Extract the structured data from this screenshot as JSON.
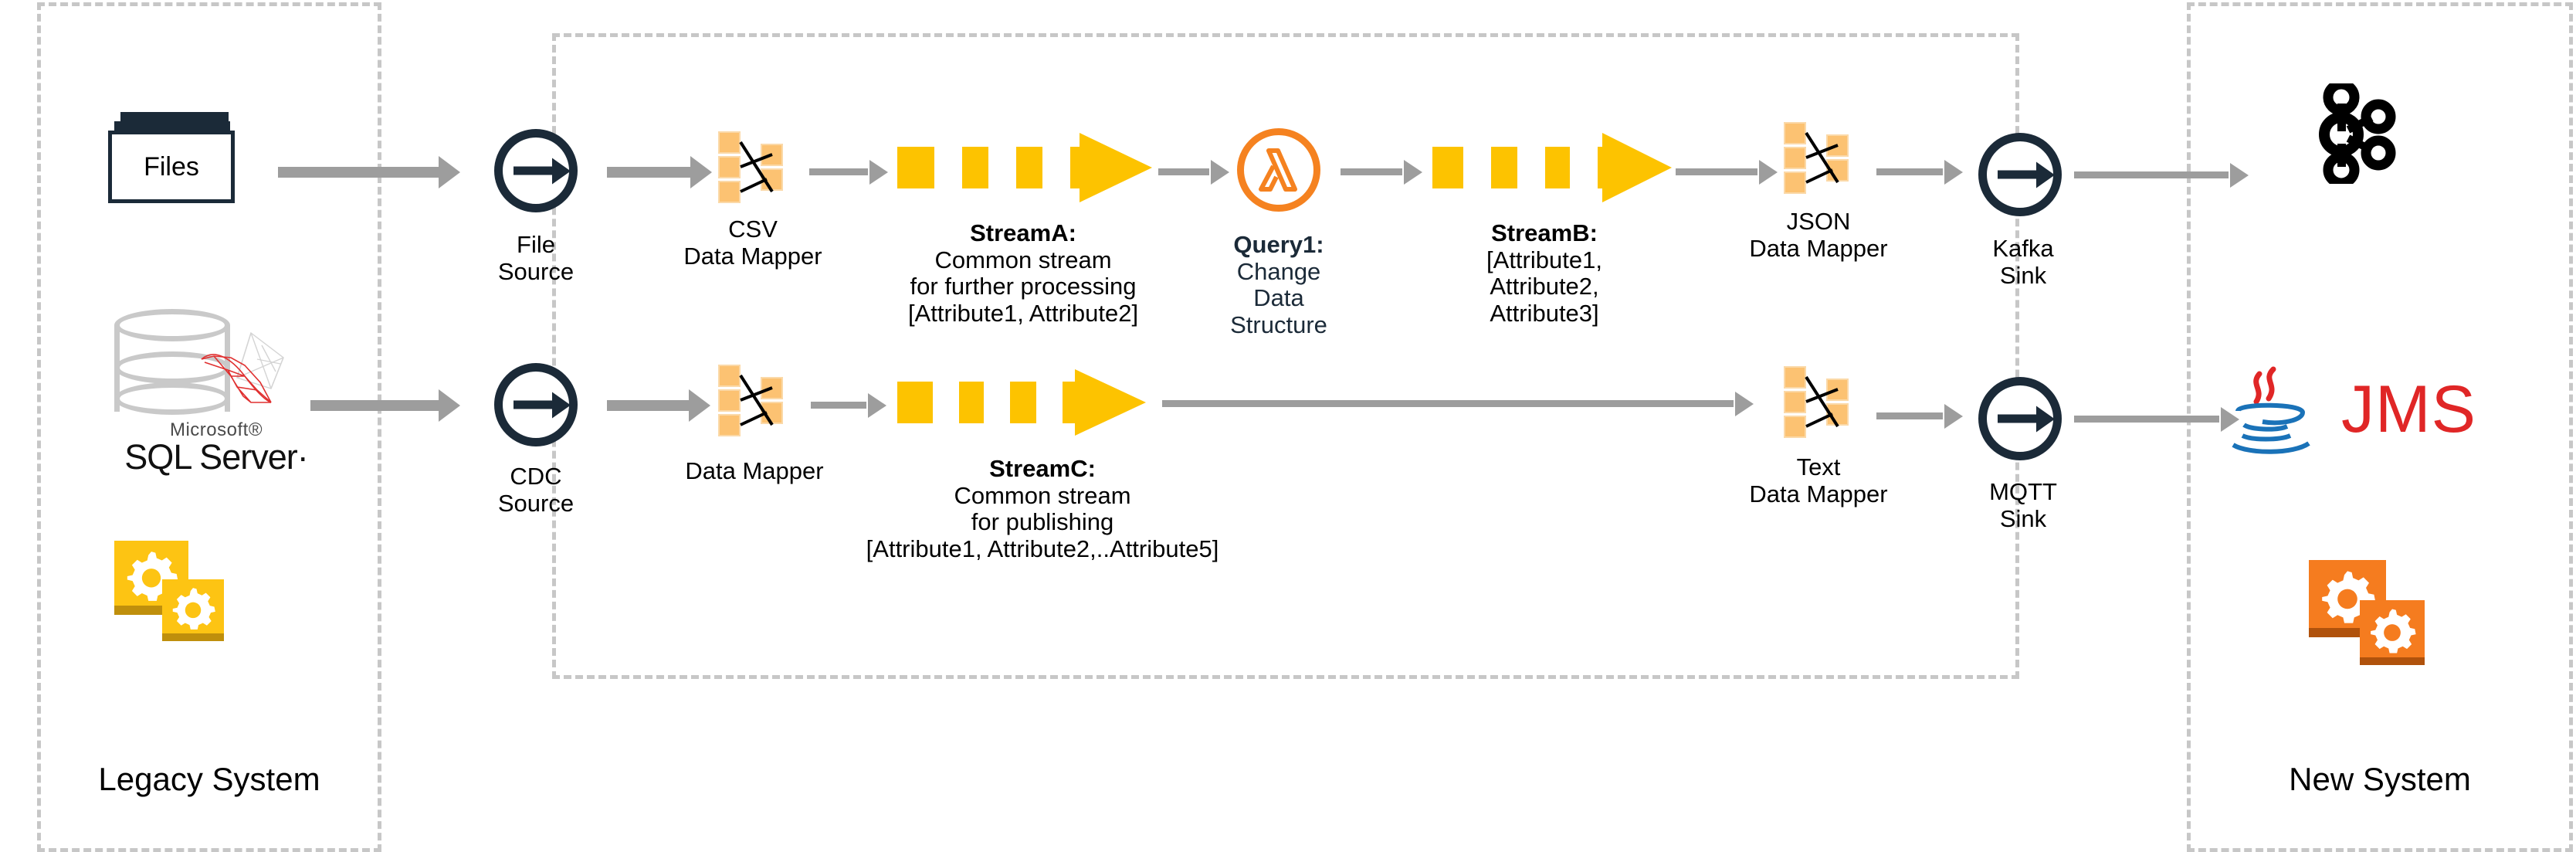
{
  "diagram": {
    "title": "Legacy to New System streaming integration pipeline",
    "colors": {
      "dashed_border": "#c7c7c7",
      "arrow_grey": "#9d9d9d",
      "dark_navy": "#1b2a38",
      "stream_yellow": "#fdc300",
      "mapper_orange": "#fcc272",
      "lambda_orange": "#f58220",
      "legacy_gear_yellow": "#fdc413",
      "new_gear_orange": "#f57c1f",
      "jms_red": "#e02626",
      "java_blue": "#1a72b8"
    }
  },
  "groups": {
    "legacy": {
      "label": "Legacy System"
    },
    "streaming": {
      "label": ""
    },
    "new": {
      "label": "New System"
    }
  },
  "legacy": {
    "files": {
      "label": "Files",
      "icon": "stacked-documents-icon"
    },
    "database": {
      "icon": "database-cylinder-icon",
      "logo_icon": "sql-server-logo-icon",
      "vendor": "Microsoft®",
      "product": "SQL Server·"
    },
    "gears": {
      "icon": "gears-tile-icon"
    }
  },
  "pipeline_top": [
    {
      "id": "file-source",
      "icon": "source-arrow-circle-icon",
      "label": "File\nSource",
      "bold_first_line": false
    },
    {
      "id": "csv-data-mapper",
      "icon": "data-mapper-icon",
      "label": "CSV\nData Mapper",
      "bold_first_line": false
    },
    {
      "id": "stream-a",
      "icon": "stream-block-arrow-icon",
      "label": "StreamA:\nCommon stream\nfor further processing\n[Attribute1, Attribute2]",
      "bold_first_line": true
    },
    {
      "id": "query1",
      "icon": "aws-lambda-icon",
      "label": "Query1:\nChange\nData\nStructure",
      "bold_first_line": true
    },
    {
      "id": "stream-b",
      "icon": "stream-block-arrow-icon",
      "label": "StreamB:\n[Attribute1,\nAttribute2,\nAttribute3]",
      "bold_first_line": true
    },
    {
      "id": "json-data-mapper",
      "icon": "data-mapper-icon",
      "label": "JSON\nData Mapper",
      "bold_first_line": false
    },
    {
      "id": "kafka-sink",
      "icon": "sink-arrow-circle-icon",
      "label": "Kafka\nSink",
      "bold_first_line": false
    }
  ],
  "pipeline_bottom": [
    {
      "id": "cdc-source",
      "icon": "source-arrow-circle-icon",
      "label": "CDC\nSource",
      "bold_first_line": false
    },
    {
      "id": "data-mapper",
      "icon": "data-mapper-icon",
      "label": "Data Mapper",
      "bold_first_line": false
    },
    {
      "id": "stream-c",
      "icon": "stream-block-arrow-icon",
      "label": "StreamC:\nCommon stream\nfor publishing\n[Attribute1, Attribute2,..Attribute5]",
      "bold_first_line": true
    },
    {
      "id": "text-data-mapper",
      "icon": "data-mapper-icon",
      "label": "Text\nData Mapper",
      "bold_first_line": false
    },
    {
      "id": "mqtt-sink",
      "icon": "sink-arrow-circle-icon",
      "label": "MQTT\nSink",
      "bold_first_line": false
    }
  ],
  "targets": {
    "kafka": {
      "icon": "apache-kafka-logo-icon",
      "label": ""
    },
    "jms": {
      "icon": "java-coffee-cup-icon",
      "label": "JMS"
    },
    "gears": {
      "icon": "gears-tile-icon"
    }
  }
}
